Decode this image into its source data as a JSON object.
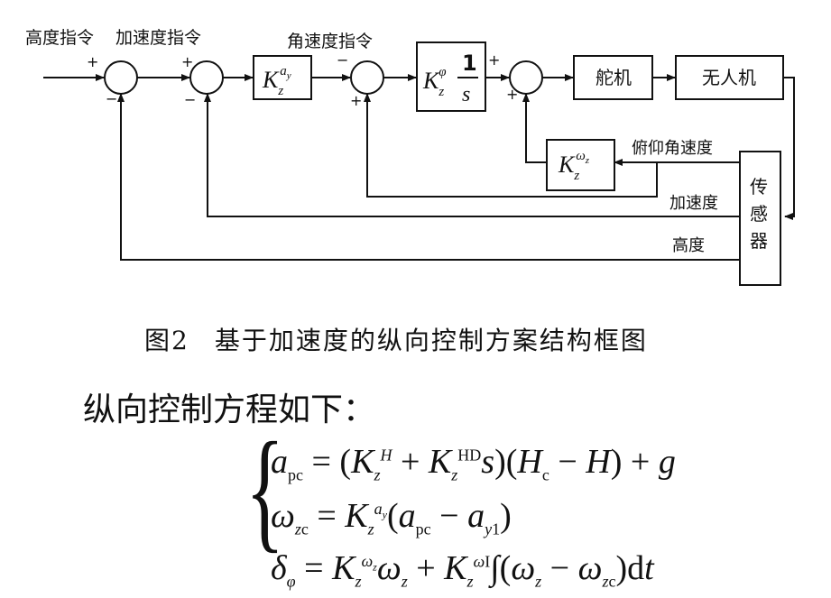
{
  "diagram": {
    "labels": {
      "height_cmd": "高度指令",
      "accel_cmd": "加速度指令",
      "angular_rate_cmd": "角速度指令",
      "rudder": "舵机",
      "uav": "无人机",
      "pitch_rate": "俯仰角速度",
      "acceleration": "加速度",
      "height": "高度",
      "sensor": [
        "传",
        "感",
        "器"
      ]
    },
    "gains": {
      "k_ay": {
        "base": "K",
        "sub": "z",
        "sup": "a_y"
      },
      "k_phi": {
        "base": "K",
        "sub": "z",
        "sup": "φ",
        "frac_num": "1",
        "frac_den": "s"
      },
      "k_omega": {
        "base": "K",
        "sub": "z",
        "sup": "ω_z"
      }
    },
    "signs": {
      "plus": "+",
      "minus": "−"
    }
  },
  "caption": {
    "number": "图2",
    "text": "基于加速度的纵向控制方案结构框图"
  },
  "intro": "纵向控制方程如下：",
  "equations": [
    "a_pc = (K_z^H + K_z^HD s)(H_c − H) + g",
    "ω_zc = K_z^{a_y} (a_pc − a_y1)",
    "δ_φ = K_z^{ω_z} ω_z + K_z^{ωI} ∫(ω_z − ω_zc) dt"
  ]
}
